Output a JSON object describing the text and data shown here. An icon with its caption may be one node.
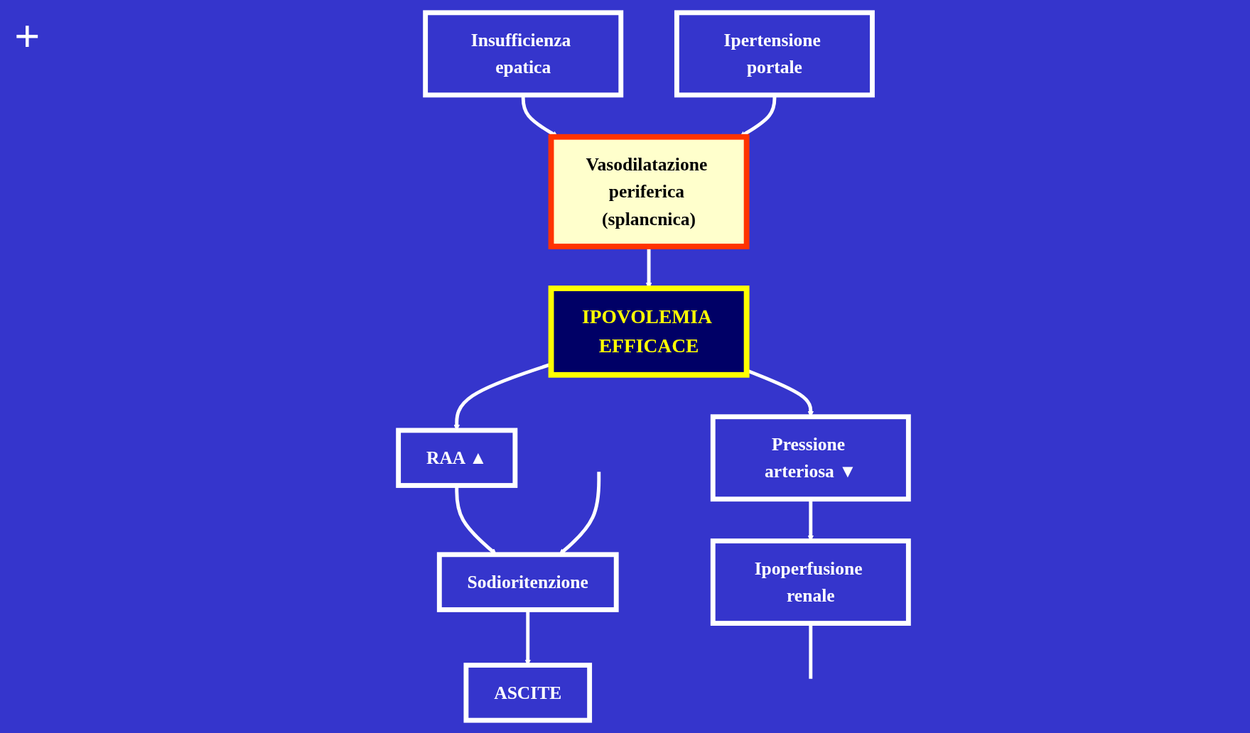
{
  "diagram": {
    "nodes": [
      {
        "text": [
          "Insufficienza epatica"
        ]
      },
      {
        "text": [
          "Ipertensione portale"
        ]
      },
      {
        "text": [
          "Vasodilatazione periferica (splancnica)"
        ]
      },
      {
        "text": [
          "IPOVOLEMIA EFFICACE"
        ]
      },
      {
        "text": [
          "RAA ▲"
        ]
      },
      {
        "text": [
          "Pressione arteriosa ▼"
        ]
      },
      {
        "text": [
          "Sodioritenzione"
        ]
      },
      {
        "text": [
          "ASCITE"
        ]
      },
      {
        "text": [
          "Ipoperfusione renale"
        ]
      }
    ],
    "edges": [
      {
        "from": 0,
        "to": 2,
        "arrow": "to"
      },
      {
        "from": 1,
        "to": 2,
        "arrow": "to"
      },
      {
        "from": 2,
        "to": 3,
        "arrow": "to"
      },
      {
        "from": 3,
        "to": 4,
        "arrow": "to"
      },
      {
        "from": 3,
        "to": 5,
        "arrow": "to"
      },
      {
        "from": 4,
        "to": 6,
        "arrow": "to"
      },
      {
        "from": 6,
        "to": 7,
        "arrow": "to"
      },
      {
        "from": 5,
        "to": 8,
        "arrow": "to"
      },
      {
        "from": null,
        "to": 6,
        "arrow": "to"
      },
      {
        "from": 8,
        "to": null,
        "arrow": "none"
      }
    ],
    "labels": [
      "+"
    ]
  }
}
